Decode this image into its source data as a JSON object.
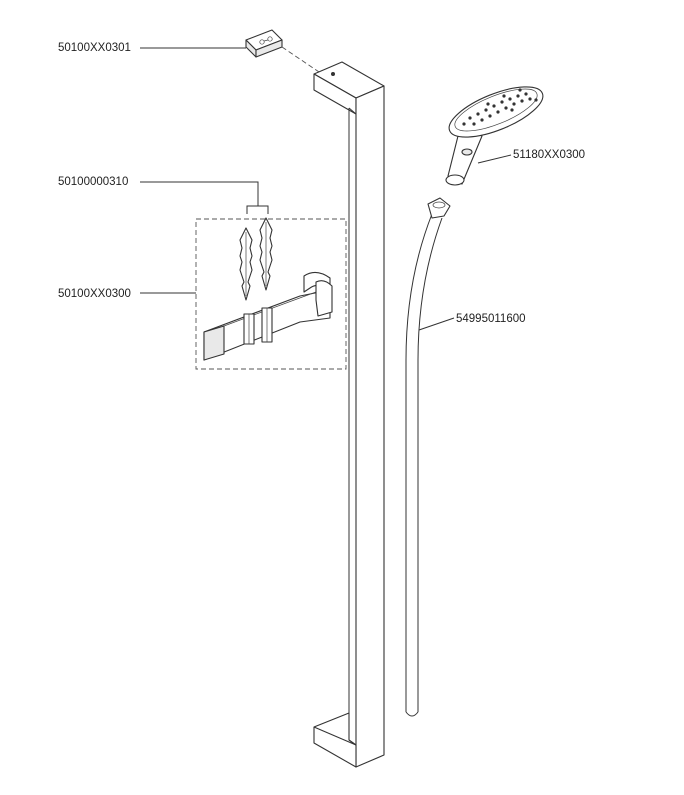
{
  "diagram": {
    "labels": {
      "wall_bracket": "50100XX0301",
      "fixing_anchors": "50100000310",
      "slider_holder": "50100XX0300",
      "hand_shower": "51180XX0300",
      "shower_hose": "54995011600"
    }
  }
}
